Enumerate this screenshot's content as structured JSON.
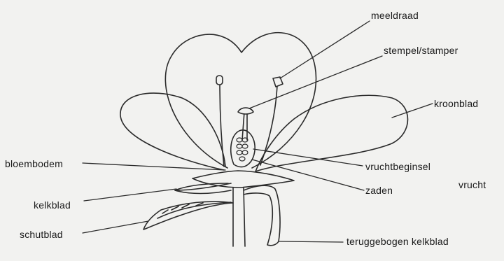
{
  "labels": {
    "meeldraad": "meeldraad",
    "stempel": "stempel/stamper",
    "kroonblad": "kroonblad",
    "bloembodem": "bloembodem",
    "vruchtbeginsel": "vruchtbeginsel",
    "vrucht": "vrucht",
    "zaden": "zaden",
    "kelkblad": "kelkblad",
    "schutblad": "schutblad",
    "teruggebogen": "teruggebogen kelkblad"
  },
  "colors": {
    "ink": "#2a2a2a",
    "paper": "#f2f2f0"
  }
}
